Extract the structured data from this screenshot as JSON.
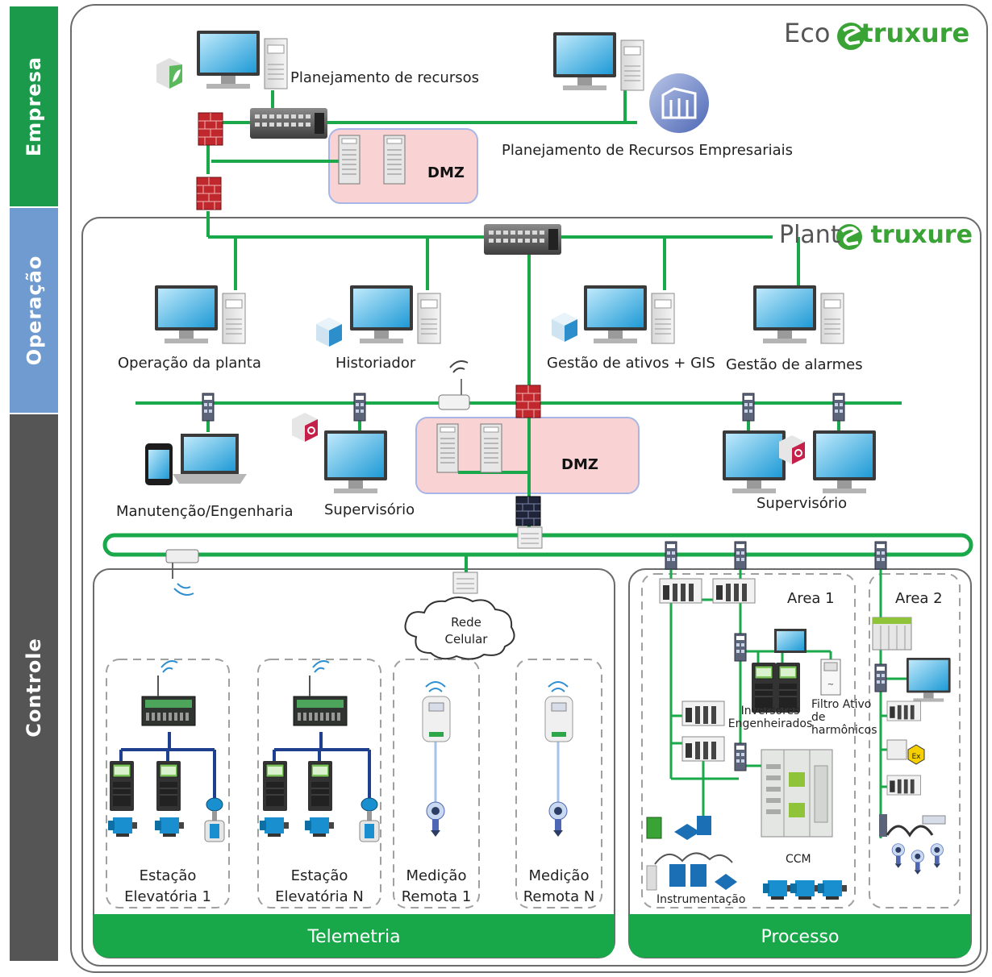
{
  "layers": {
    "enterprise": "Empresa",
    "operation": "Operação",
    "control": "Controle"
  },
  "brands": {
    "eco_prefix": "Eco",
    "plant_prefix": "Plant",
    "suffix": "truxure"
  },
  "enterprise": {
    "resource_planning": "Planejamento de recursos",
    "erp": "Planejamento de Recursos Empresariais",
    "dmz": "DMZ"
  },
  "operation": {
    "plant_operation": "Operação da planta",
    "historian": "Historiador",
    "asset_gis": "Gestão de ativos + GIS",
    "alarm_mgmt": "Gestão de alarmes"
  },
  "control": {
    "maintenance": "Manutenção/Engenharia",
    "supervisory_left": "Supervisório",
    "dmz": "DMZ",
    "supervisory_right": "Supervisório"
  },
  "telemetry": {
    "cloud_line1": "Rede",
    "cloud_line2": "Celular",
    "station1_line1": "Estação",
    "station1_line2": "Elevatória 1",
    "stationN_line1": "Estação",
    "stationN_line2": "Elevatória N",
    "remote1_line1": "Medição",
    "remote1_line2": "Remota 1",
    "remoteN_line1": "Medição",
    "remoteN_line2": "Remota N",
    "footer": "Telemetria"
  },
  "process": {
    "area1": "Area 1",
    "area2": "Area 2",
    "drives_line1": "Inversores",
    "drives_line2": "Engenheirados",
    "filter_line1": "Filtro Ativo",
    "filter_line2": "de",
    "filter_line3": "harmônicos",
    "mcc": "CCM",
    "instrumentation": "Instrumentação",
    "footer": "Processo",
    "ex_mark": "Ex"
  },
  "colors": {
    "network_green": "#19a84a",
    "enterprise_bar": "#1a9a4a",
    "operation_bar": "#6f9bd1",
    "control_bar": "#555555",
    "dmz_fill": "#f9d3d3",
    "telemetry_blue": "#1f3f8f",
    "firewall_red": "#c0282e"
  }
}
